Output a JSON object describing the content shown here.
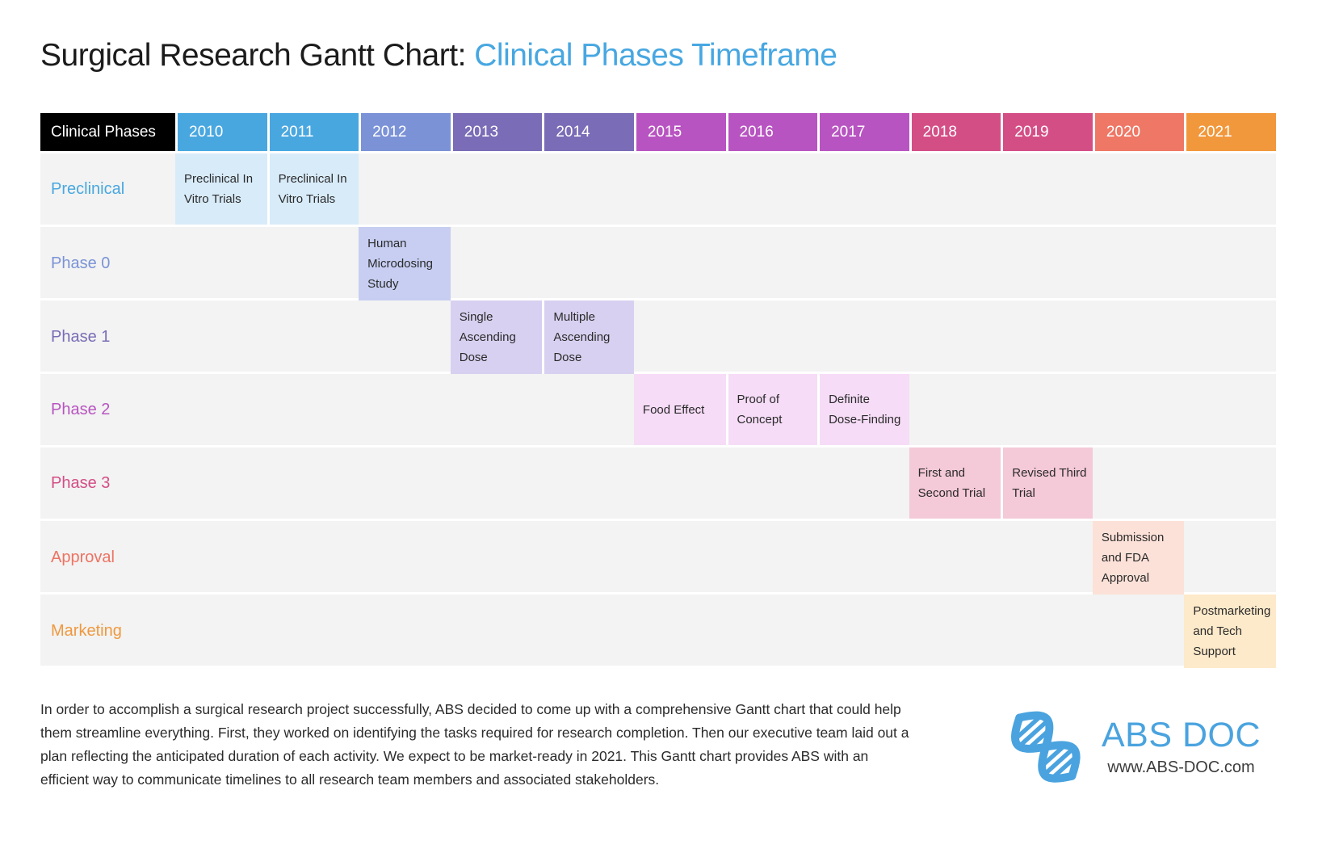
{
  "header": {
    "title_black": "Surgical Research Gantt Chart: ",
    "title_accent": "Clinical Phases Timeframe",
    "accent_color": "#47a7e1"
  },
  "chart_data": {
    "type": "bar",
    "subtype": "gantt",
    "title": "Surgical Research Gantt Chart: Clinical Phases Timeframe",
    "corner_label": "Clinical Phases",
    "years": [
      {
        "label": "2010",
        "color": "#49a7e0"
      },
      {
        "label": "2011",
        "color": "#49a7e0"
      },
      {
        "label": "2012",
        "color": "#7b92d7"
      },
      {
        "label": "2013",
        "color": "#7a6cb6"
      },
      {
        "label": "2014",
        "color": "#7a6cb6"
      },
      {
        "label": "2015",
        "color": "#b854c1"
      },
      {
        "label": "2016",
        "color": "#b854c1"
      },
      {
        "label": "2017",
        "color": "#b854c1"
      },
      {
        "label": "2018",
        "color": "#d44e86"
      },
      {
        "label": "2019",
        "color": "#d44e86"
      },
      {
        "label": "2020",
        "color": "#ef7765"
      },
      {
        "label": "2021",
        "color": "#f2983c"
      }
    ],
    "rows": [
      {
        "phase": "Preclinical",
        "label_color": "#49a7e0",
        "bar_color": "#d8ebf9",
        "bars": [
          {
            "year": "2010",
            "text": "Preclinical In Vitro Trials"
          },
          {
            "year": "2011",
            "text": "Preclinical In Vitro Trials"
          }
        ]
      },
      {
        "phase": "Phase 0",
        "label_color": "#7b92d7",
        "bar_color": "#c7cef2",
        "bars": [
          {
            "year": "2012",
            "text": "Human Microdosing Study"
          }
        ]
      },
      {
        "phase": "Phase 1",
        "label_color": "#7a6cb6",
        "bar_color": "#d8d0f0",
        "bars": [
          {
            "year": "2013",
            "text": "Single Ascending Dose"
          },
          {
            "year": "2014",
            "text": "Multiple Ascending Dose"
          }
        ]
      },
      {
        "phase": "Phase 2",
        "label_color": "#b854c1",
        "bar_color": "#f6dcf7",
        "bars": [
          {
            "year": "2015",
            "text": "Food Effect"
          },
          {
            "year": "2016",
            "text": "Proof of Concept"
          },
          {
            "year": "2017",
            "text": "Definite Dose-Finding"
          }
        ]
      },
      {
        "phase": "Phase 3",
        "label_color": "#d44e86",
        "bar_color": "#f4c9d8",
        "bars": [
          {
            "year": "2018",
            "text": "First and Second Trial"
          },
          {
            "year": "2019",
            "text": "Revised Third Trial"
          }
        ]
      },
      {
        "phase": "Approval",
        "label_color": "#ee7263",
        "bar_color": "#fce1d8",
        "bars": [
          {
            "year": "2020",
            "text": "Submission and FDA Approval"
          }
        ]
      },
      {
        "phase": "Marketing",
        "label_color": "#f0983f",
        "bar_color": "#fdeaca",
        "bars": [
          {
            "year": "2021",
            "text": "Postmarketing and Tech Support"
          }
        ]
      }
    ]
  },
  "footer": {
    "description": "In order to accomplish a surgical research project successfully, ABS decided to come up with a comprehensive Gantt chart that could help them streamline everything. First, they worked on identifying the tasks required for research completion. Then our executive team laid out a plan reflecting the anticipated duration of each activity. We expect to be market-ready in 2021. This Gantt chart provides ABS with an efficient way to communicate timelines to all research team members and associated stakeholders.",
    "logo_name": "ABS DOC",
    "logo_url": "www.ABS-DOC.com",
    "logo_color": "#4aa3df"
  }
}
